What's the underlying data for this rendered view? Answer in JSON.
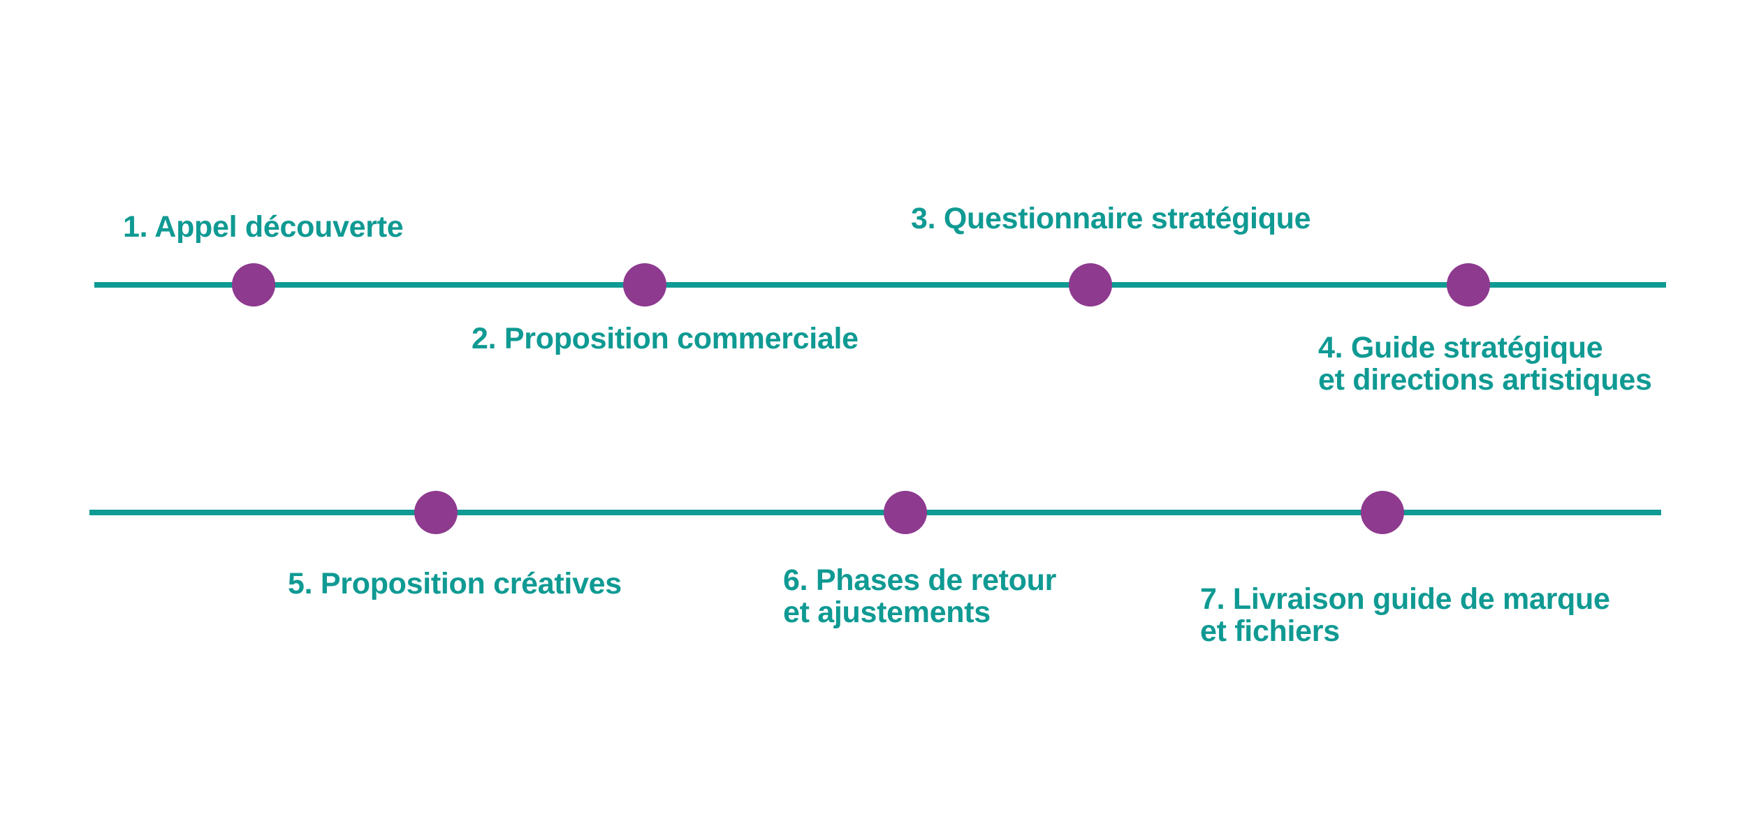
{
  "colors": {
    "line": "#0f9a93",
    "marker": "#8e3a8f",
    "text": "#0f9a93",
    "background": "#ffffff"
  },
  "steps": [
    {
      "lines": [
        "1. Appel découverte"
      ]
    },
    {
      "lines": [
        "2. Proposition commerciale"
      ]
    },
    {
      "lines": [
        "3. Questionnaire stratégique"
      ]
    },
    {
      "lines": [
        "4. Guide stratégique",
        "et directions artistiques"
      ]
    },
    {
      "lines": [
        "5. Proposition créatives"
      ]
    },
    {
      "lines": [
        "6. Phases de retour",
        "et ajustements"
      ]
    },
    {
      "lines": [
        "7. Livraison guide de marque",
        "et fichiers"
      ]
    }
  ]
}
